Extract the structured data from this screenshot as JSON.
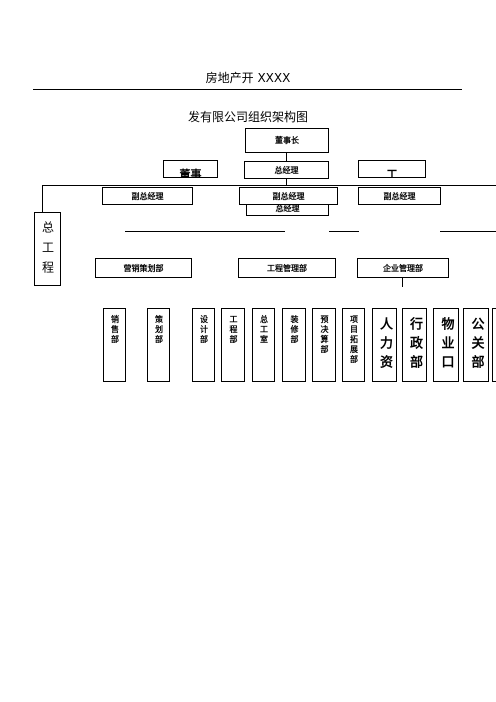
{
  "doc": {
    "title": "房地产开 XXXX",
    "subtitle": "发有限公司组织架构图"
  },
  "top": {
    "chairman": "董事长",
    "gm": "总经理",
    "left_partial": "董事",
    "right_partial": "工",
    "gm_behind": "总经理"
  },
  "vps": [
    "副总经理",
    "副总经理",
    "副总经理"
  ],
  "left_side": "总工程",
  "divisions": [
    "营销策划部",
    "工程管理部",
    "企业管理部"
  ],
  "departments": [
    "销售部",
    "策划部",
    "设计部",
    "工程部",
    "总工室",
    "装修部",
    "预决算部",
    "项目拓展部",
    "人力资",
    "行政部",
    "物业口",
    "公关部"
  ]
}
